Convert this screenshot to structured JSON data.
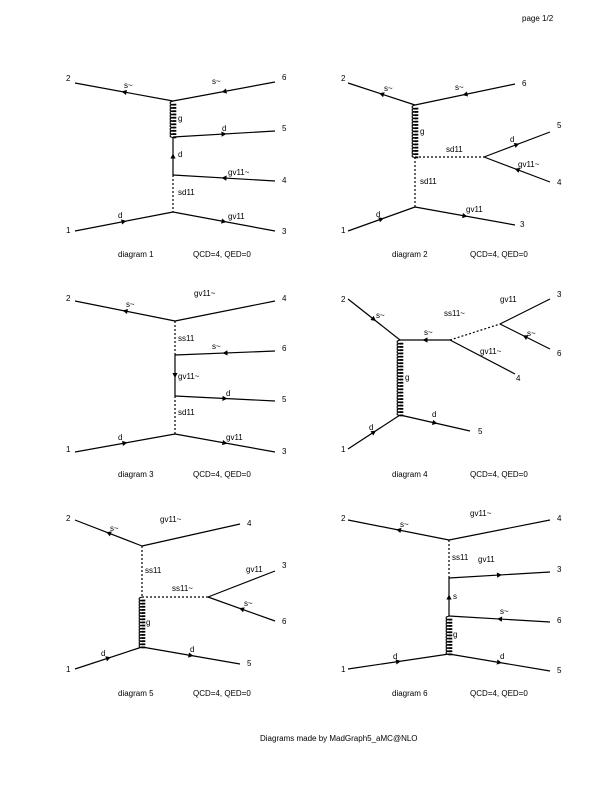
{
  "page_label": "page 1/2",
  "footer": "Diagrams made by MadGraph5_aMC@NLO",
  "diagrams": [
    {
      "caption": "diagram 1",
      "orders": "QCD=4, QED=0",
      "labels": {
        "n2": "2",
        "n6": "6",
        "n5": "5",
        "n4": "4",
        "n1": "1",
        "n3": "3",
        "l_s1": "s~",
        "l_s2": "s~",
        "l_g": "g",
        "l_d": "d",
        "l_d5": "d",
        "l_gv4": "gv11~",
        "l_sd": "sd11",
        "l_d1": "d",
        "l_gv3": "gv11"
      }
    },
    {
      "caption": "diagram 2",
      "orders": "QCD=4, QED=0",
      "labels": {
        "n2": "2",
        "n6": "6",
        "n5": "5",
        "n4": "4",
        "n1": "1",
        "n3": "3",
        "l_s1": "s~",
        "l_s2": "s~",
        "l_g": "g",
        "l_sdh": "sd11",
        "l_d5": "d",
        "l_gv4": "gv11~",
        "l_sdv": "sd11",
        "l_d1": "d",
        "l_gv3": "gv11"
      }
    },
    {
      "caption": "diagram 3",
      "orders": "QCD=4, QED=0",
      "labels": {
        "n2": "2",
        "n4": "4",
        "n6": "6",
        "n5": "5",
        "n1": "1",
        "n3": "3",
        "l_s1": "s~",
        "l_gv4": "gv11~",
        "l_ss": "ss11",
        "l_s6": "s~",
        "l_gvm": "gv11~",
        "l_d5": "d",
        "l_sd": "sd11",
        "l_d1": "d",
        "l_gv3": "gv11"
      }
    },
    {
      "caption": "diagram 4",
      "orders": "QCD=4, QED=0",
      "labels": {
        "n2": "2",
        "n3": "3",
        "n6": "6",
        "n4": "4",
        "n1": "1",
        "n5": "5",
        "l_s1": "s~",
        "l_sm": "s~",
        "l_ss": "ss11~",
        "l_gv3": "gv11",
        "l_s6": "s~",
        "l_gv4": "gv11~",
        "l_g": "g",
        "l_d1": "d",
        "l_d5": "d"
      }
    },
    {
      "caption": "diagram 5",
      "orders": "QCD=4, QED=0",
      "labels": {
        "n2": "2",
        "n4": "4",
        "n3": "3",
        "n6": "6",
        "n1": "1",
        "n5": "5",
        "l_s1": "s~",
        "l_gv4": "gv11~",
        "l_ss": "ss11",
        "l_ssh": "ss11~",
        "l_gv3": "gv11",
        "l_s6": "s~",
        "l_g": "g",
        "l_d1": "d",
        "l_d5": "d"
      }
    },
    {
      "caption": "diagram 6",
      "orders": "QCD=4, QED=0",
      "labels": {
        "n2": "2",
        "n4": "4",
        "n3": "3",
        "n6": "6",
        "n1": "1",
        "n5": "5",
        "l_s1": "s~",
        "l_gv4": "gv11~",
        "l_ss": "ss11",
        "l_gv3": "gv11",
        "l_s": "s",
        "l_s6": "s~",
        "l_g": "g",
        "l_d1": "d",
        "l_d5": "d"
      }
    }
  ]
}
